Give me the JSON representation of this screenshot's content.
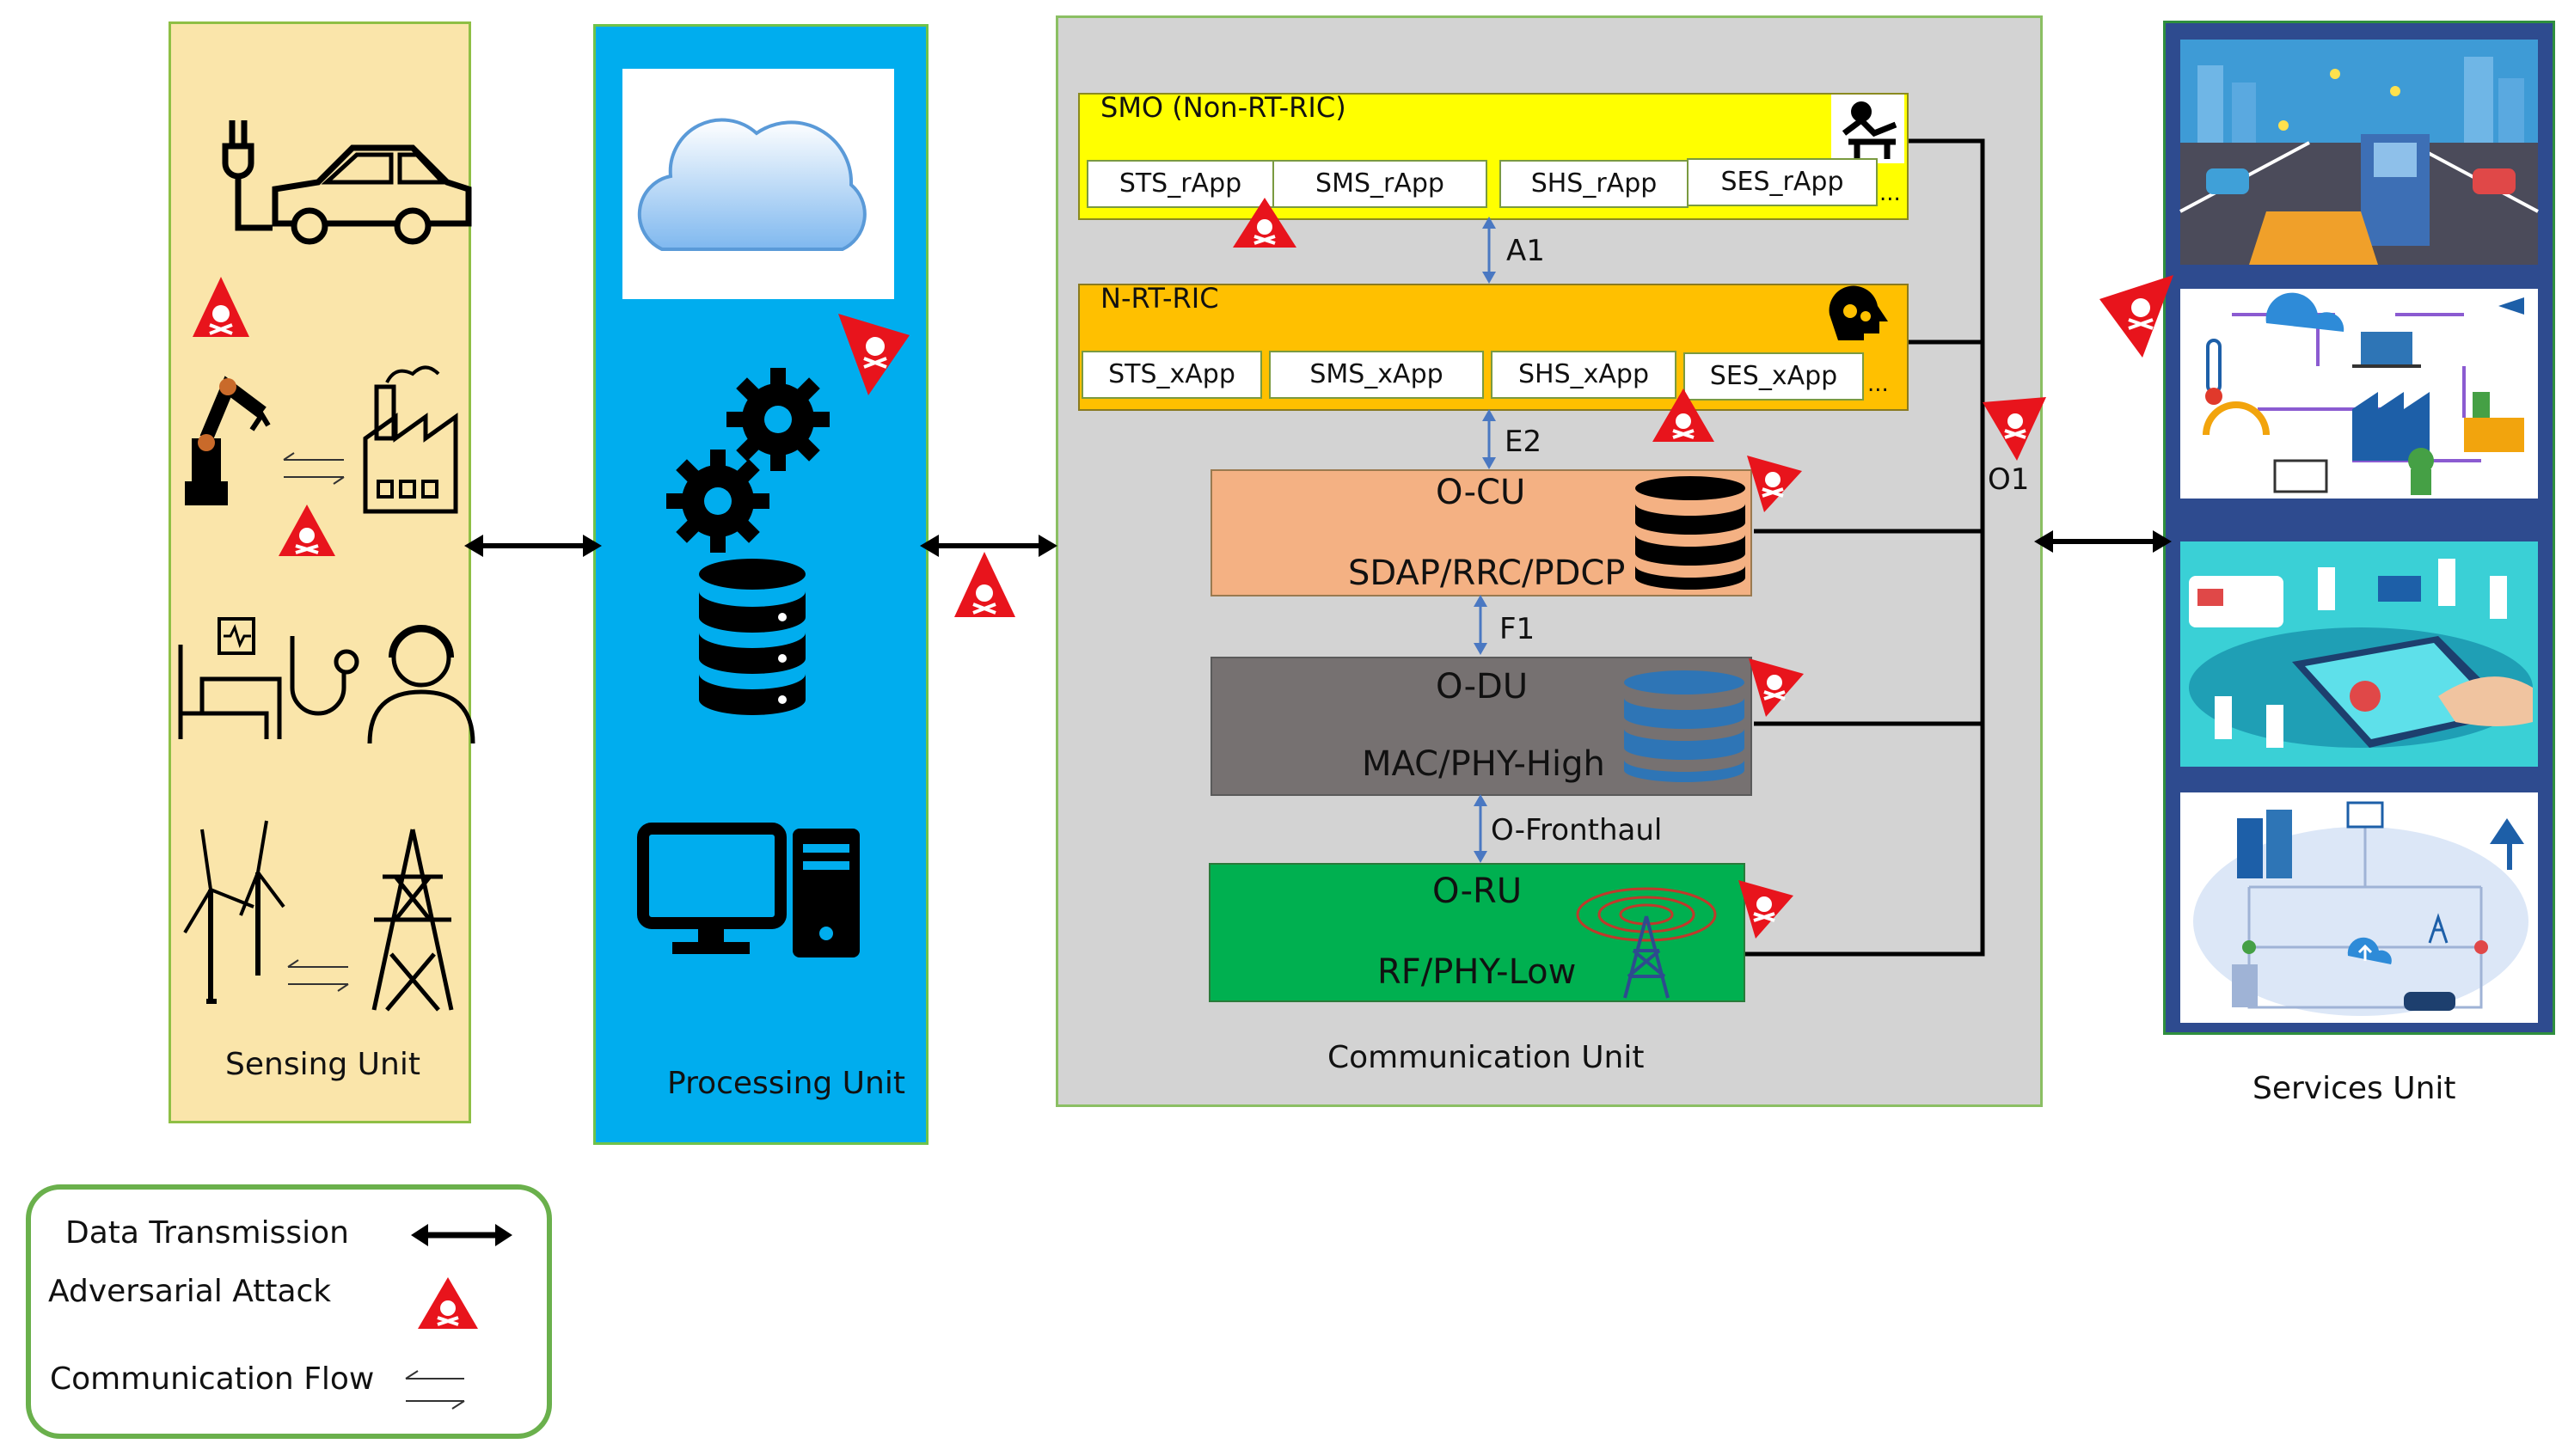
{
  "units": {
    "sensing": "Sensing Unit",
    "processing": "Processing Unit",
    "communication": "Communication Unit",
    "services": "Services Unit"
  },
  "smo": {
    "title": "SMO (Non-RT-RIC)",
    "apps": [
      "STS_rApp",
      "SMS_rApp",
      "SHS_rApp",
      "SES_rApp"
    ],
    "more": "..."
  },
  "nrtric": {
    "title": "N-RT-RIC",
    "apps": [
      "STS_xApp",
      "SMS_xApp",
      "SHS_xApp",
      "SES_xApp"
    ],
    "more": "..."
  },
  "ocu": {
    "title": "O-CU",
    "subtitle": "SDAP/RRC/PDCP"
  },
  "odu": {
    "title": "O-DU",
    "subtitle": "MAC/PHY-High"
  },
  "oru": {
    "title": "O-RU",
    "subtitle": "RF/PHY-Low"
  },
  "interfaces": {
    "a1": "A1",
    "e2": "E2",
    "f1": "F1",
    "fronthaul": "O-Fronthaul",
    "o1": "O1"
  },
  "legend": {
    "data_transmission": "Data Transmission",
    "adversarial_attack": "Adversarial Attack",
    "communication_flow": "Communication Flow"
  },
  "colors": {
    "sensing_bg": "#fae5aa",
    "processing_bg": "#00adee",
    "communication_bg": "#d3d3d3",
    "services_bg": "#2e4b8f",
    "smo_bg": "#ffff00",
    "nrtric_bg": "#ffc000",
    "ocu_bg": "#f4b183",
    "odu_bg": "#767171",
    "oru_bg": "#00b050",
    "attack_red": "#e8141c"
  }
}
